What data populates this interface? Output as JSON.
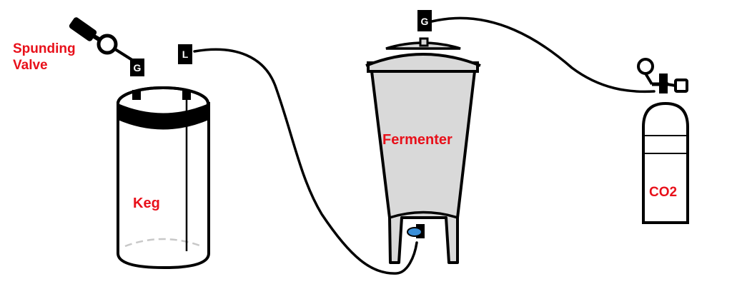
{
  "labels": {
    "spunding_line1": "Spunding",
    "spunding_line2": "Valve",
    "keg": "Keg",
    "fermenter": "Fermenter",
    "co2": "CO2"
  },
  "fittings": {
    "keg_gas": "G",
    "keg_liquid": "L",
    "fermenter_gas": "G"
  },
  "colors": {
    "label": "#e8101a",
    "outline": "#000000",
    "fermenter_fill": "#d9d9d9",
    "keg_fill": "#ffffff",
    "valve_blue": "#3a8fd8",
    "tag_fill": "#000000",
    "tag_text": "#ffffff"
  }
}
